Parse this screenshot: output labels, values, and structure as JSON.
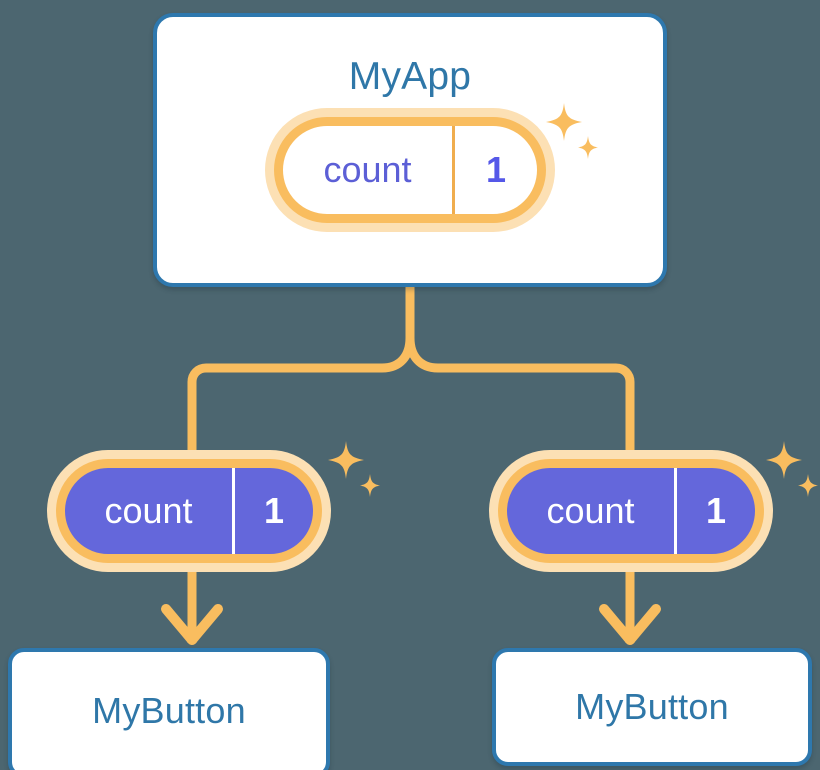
{
  "theme": {
    "background": "#4c6670",
    "card_border": "#2e78ae",
    "card_fill": "#ffffff",
    "title_text": "#2f77a8",
    "pill_border": "#f9bd5f",
    "pill_glow": "#fce0b4",
    "pill_fill_active": "#6467db",
    "pill_text_outline": "#5c5fd6",
    "pill_text_filled": "#ffffff",
    "connector": "#f9bd5f",
    "sparkle": "#f9bd5f"
  },
  "diagram": {
    "type": "component-state-propagation-tree",
    "root": {
      "id": "myapp",
      "title": "MyApp",
      "state": {
        "key": "count",
        "value": "1",
        "style": "outlined"
      },
      "has_sparkle": true
    },
    "branches": [
      {
        "id": "branch-left",
        "state": {
          "key": "count",
          "value": "1",
          "style": "filled"
        },
        "has_sparkle": true,
        "child": {
          "id": "mybutton-left",
          "title": "MyButton"
        }
      },
      {
        "id": "branch-right",
        "state": {
          "key": "count",
          "value": "1",
          "style": "filled"
        },
        "has_sparkle": true,
        "child": {
          "id": "mybutton-right",
          "title": "MyButton"
        }
      }
    ],
    "icons": {
      "sparkle_large": "sparkle-four-point-icon",
      "sparkle_small": "sparkle-four-point-small-icon",
      "arrow": "arrow-down-icon"
    }
  }
}
